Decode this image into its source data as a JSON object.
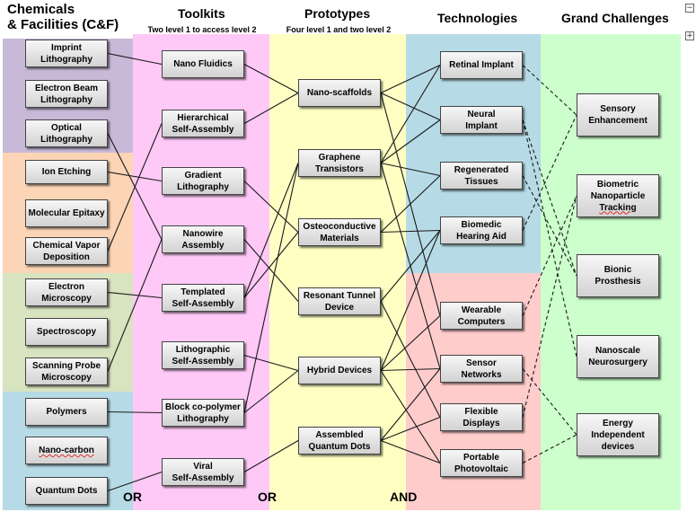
{
  "columns": {
    "chemicals": {
      "title": "Chemicals\n& Facilities (C&F)"
    },
    "toolkits": {
      "title": "Toolkits",
      "subtitle": "Two level 1 to access level 2"
    },
    "prototypes": {
      "title": "Prototypes",
      "subtitle": "Four level 1 and two level 2"
    },
    "technologies": {
      "title": "Technologies"
    },
    "challenges": {
      "title": "Grand Challenges"
    }
  },
  "logic": {
    "or1": "OR",
    "or2": "OR",
    "and": "AND"
  },
  "colors": {
    "purple": "#c9b9d9",
    "orange": "#fbd5b6",
    "green": "#d8e3bf",
    "blue": "#b6dbe6",
    "pink": "#ffc9f7",
    "yellow": "#ffffc4",
    "tech_blue": "#b6dbe6",
    "tech_pink": "#ffcccc",
    "grand_green": "#ccffcc"
  },
  "nodes": {
    "imprint": "Imprint\nLithography",
    "ebeam": "Electron Beam\nLithography",
    "optical": "Optical\nLithography",
    "ion": "Ion Etching",
    "mol": "Molecular Epitaxy",
    "cvd": "Chemical Vapor\nDeposition",
    "em": "Electron\nMicroscopy",
    "spec": "Spectroscopy",
    "spm": "Scanning Probe\nMicroscopy",
    "poly": "Polymers",
    "nanoc": "Nano-carbon",
    "qd": "Quantum Dots",
    "nanofl": "Nano Fluidics",
    "hsa": "Hierarchical\nSelf-Assembly",
    "grad": "Gradient\nLithography",
    "nwa": "Nanowire\nAssembly",
    "tsa": "Templated\nSelf-Assembly",
    "lsa": "Lithographic\nSelf-Assembly",
    "bcp": "Block co-polymer\nLithography",
    "vsa": "Viral\nSelf-Assembly",
    "nanosc": "Nano-scaffolds",
    "graph": "Graphene\nTransistors",
    "osteo": "Osteoconductive\nMaterials",
    "rtd": "Resonant Tunnel\nDevice",
    "hybrid": "Hybrid Devices",
    "aqd": "Assembled\nQuantum Dots",
    "retinal": "Retinal Implant",
    "neural": "Neural\nImplant",
    "regen": "Regenerated\nTissues",
    "biomedic": "Biomedic\nHearing Aid",
    "wear": "Wearable\nComputers",
    "sensor": "Sensor\nNetworks",
    "flex": "Flexible\nDisplays",
    "pv": "Portable\nPhotovoltaic",
    "sensory": "Sensory\nEnhancement",
    "bio_a": "Biometric\nNanoparticle",
    "bio_b": "Tracking",
    "bionic": "Bionic\nProsthesis",
    "neurosurg": "Nanoscale\nNeurosurgery",
    "energy": "Energy\nIndependent\ndevices"
  },
  "links": [
    [
      "imprint",
      "nanofl"
    ],
    [
      "optical",
      "nwa"
    ],
    [
      "ion",
      "grad"
    ],
    [
      "cvd",
      "hsa"
    ],
    [
      "em",
      "tsa"
    ],
    [
      "spm",
      "nwa"
    ],
    [
      "poly",
      "bcp"
    ],
    [
      "qd",
      "vsa"
    ],
    [
      "nanofl",
      "nanosc"
    ],
    [
      "hsa",
      "nanosc"
    ],
    [
      "grad",
      "osteo"
    ],
    [
      "nwa",
      "rtd"
    ],
    [
      "tsa",
      "graph"
    ],
    [
      "tsa",
      "osteo"
    ],
    [
      "lsa",
      "hybrid"
    ],
    [
      "bcp",
      "graph"
    ],
    [
      "bcp",
      "hybrid"
    ],
    [
      "vsa",
      "aqd"
    ],
    [
      "nanosc",
      "retinal"
    ],
    [
      "nanosc",
      "neural"
    ],
    [
      "nanosc",
      "wear"
    ],
    [
      "graph",
      "retinal"
    ],
    [
      "graph",
      "neural"
    ],
    [
      "graph",
      "regen"
    ],
    [
      "graph",
      "sensor"
    ],
    [
      "osteo",
      "regen"
    ],
    [
      "osteo",
      "biomedic"
    ],
    [
      "rtd",
      "flex"
    ],
    [
      "rtd",
      "biomedic"
    ],
    [
      "hybrid",
      "biomedic"
    ],
    [
      "hybrid",
      "wear"
    ],
    [
      "hybrid",
      "sensor"
    ],
    [
      "hybrid",
      "pv"
    ],
    [
      "aqd",
      "sensor"
    ],
    [
      "aqd",
      "flex"
    ],
    [
      "aqd",
      "pv"
    ],
    [
      "retinal",
      "sensory"
    ],
    [
      "neural",
      "bionic"
    ],
    [
      "neural",
      "neurosurg"
    ],
    [
      "regen",
      "bionic"
    ],
    [
      "biomedic",
      "sensory"
    ],
    [
      "wear",
      "bio"
    ],
    [
      "sensor",
      "energy"
    ],
    [
      "flex",
      "bio"
    ],
    [
      "pv",
      "energy"
    ]
  ]
}
